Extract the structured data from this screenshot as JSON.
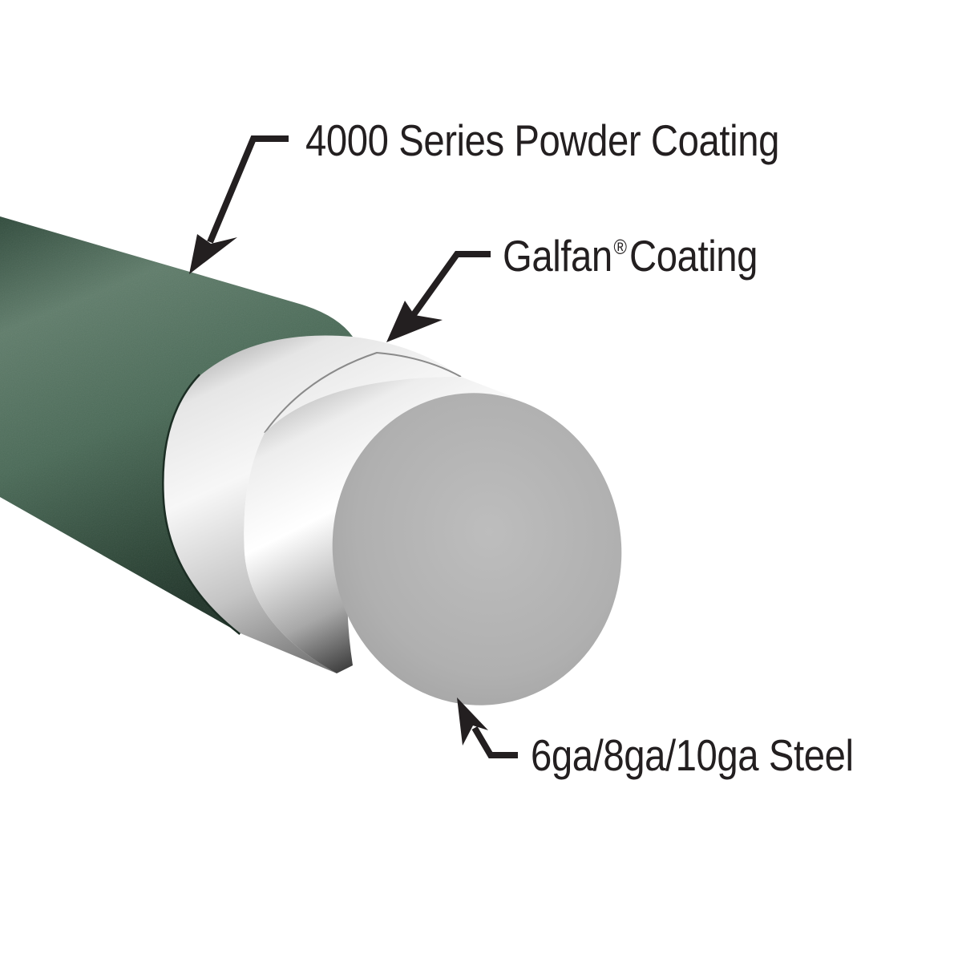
{
  "diagram": {
    "subject": "coated steel wire cross-section",
    "layers": [
      {
        "id": "powder",
        "label": "4000 Series Powder Coating",
        "color": "#3d5c4a"
      },
      {
        "id": "galfan",
        "label": "Galfan",
        "trademark": "®",
        "label_suffix": "Coating",
        "color": "#c9c9c9"
      },
      {
        "id": "steel",
        "label": "6ga/8ga/10ga Steel",
        "color": "#b5b5b5"
      }
    ],
    "arrows": [
      {
        "points_to": "powder",
        "icon": "arrow-down-left-icon"
      },
      {
        "points_to": "galfan",
        "icon": "arrow-down-left-icon"
      },
      {
        "points_to": "steel",
        "icon": "arrow-up-left-icon"
      }
    ],
    "colors": {
      "background": "#ffffff",
      "text": "#231f20",
      "arrow": "#231f20",
      "coating_green_light": "#5f7c6a",
      "coating_green_dark": "#233b2e",
      "metal_light": "#f2f2f2",
      "metal_dark": "#6e6e6e",
      "steel_face": "#b8b8b8"
    }
  }
}
